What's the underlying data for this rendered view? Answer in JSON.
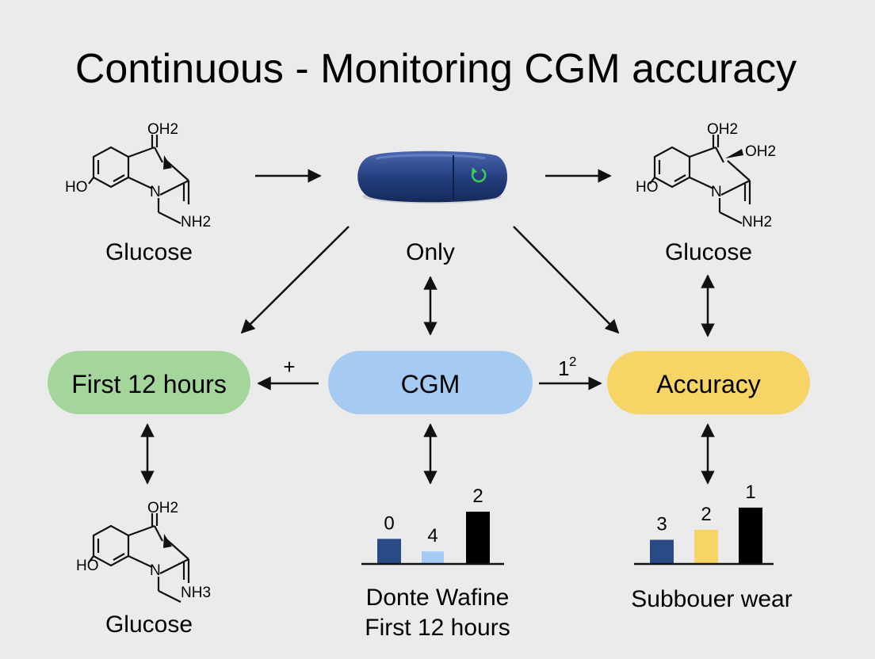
{
  "title": "Continuous - Monitoring CGM accuracy",
  "molecules": [
    {
      "id": "top-left",
      "groups": {
        "top": "OH2",
        "left": "HO",
        "n": "N",
        "bottom": "NH2",
        "side": ""
      },
      "caption": "Glucose"
    },
    {
      "id": "top-right",
      "groups": {
        "top": "OH2",
        "left": "HO",
        "n": "N",
        "bottom": "NH2",
        "side": "OH2"
      },
      "caption": "Glucose"
    },
    {
      "id": "bottom-left",
      "groups": {
        "top": "OH2",
        "left": "HO",
        "n": "N",
        "bottom": "NH3",
        "side": ""
      },
      "caption": "Glucose"
    }
  ],
  "device": {
    "caption": "Only",
    "icon": "cgm-sensor-icon"
  },
  "nodes": [
    {
      "id": "first-12",
      "label": "First 12 hours",
      "color": "#a4d69c"
    },
    {
      "id": "cgm",
      "label": "CGM",
      "color": "#a6cbf2"
    },
    {
      "id": "accuracy",
      "label": "Accuracy",
      "color": "#f7d466"
    }
  ],
  "edge_labels": {
    "cgm_to_first": "+",
    "cgm_to_accuracy_base": "1",
    "cgm_to_accuracy_sup": "2"
  },
  "chart_data": [
    {
      "type": "bar",
      "values": [
        1.2,
        0.6,
        2.5
      ],
      "data_labels": [
        "0",
        "4",
        "2"
      ],
      "colors": [
        "#2a4a85",
        "#a6cbf2",
        "#000000"
      ],
      "caption_lines": [
        "Donte Wafine",
        "First 12 hours"
      ]
    },
    {
      "type": "bar",
      "values": [
        1.2,
        1.7,
        2.8
      ],
      "data_labels": [
        "3",
        "2",
        "1"
      ],
      "colors": [
        "#2a4a85",
        "#f7d466",
        "#000000"
      ],
      "caption_lines": [
        "Subbouer wear"
      ]
    }
  ]
}
